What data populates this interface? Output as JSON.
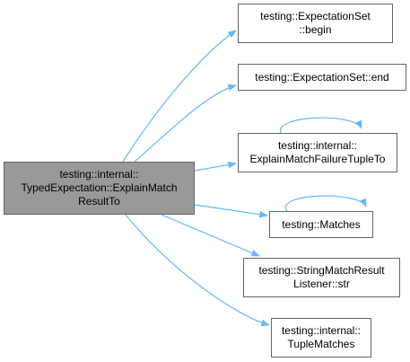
{
  "graph": {
    "main": {
      "lines": [
        "testing::internal::",
        "TypedExpectation::ExplainMatch",
        "ResultTo"
      ]
    },
    "callees": [
      {
        "id": "begin",
        "lines": [
          "testing::ExpectationSet",
          "::begin"
        ]
      },
      {
        "id": "end",
        "lines": [
          "testing::ExpectationSet::end"
        ]
      },
      {
        "id": "explain-tuple",
        "lines": [
          "testing::internal::",
          "ExplainMatchFailureTupleTo"
        ]
      },
      {
        "id": "matches",
        "lines": [
          "testing::Matches"
        ]
      },
      {
        "id": "str",
        "lines": [
          "testing::StringMatchResult",
          "Listener::str"
        ]
      },
      {
        "id": "tuple-matches",
        "lines": [
          "testing::internal::",
          "TupleMatches"
        ]
      }
    ],
    "colors": {
      "edge": "#63b8ff",
      "main_fill": "#999999",
      "border": "#666666"
    }
  }
}
